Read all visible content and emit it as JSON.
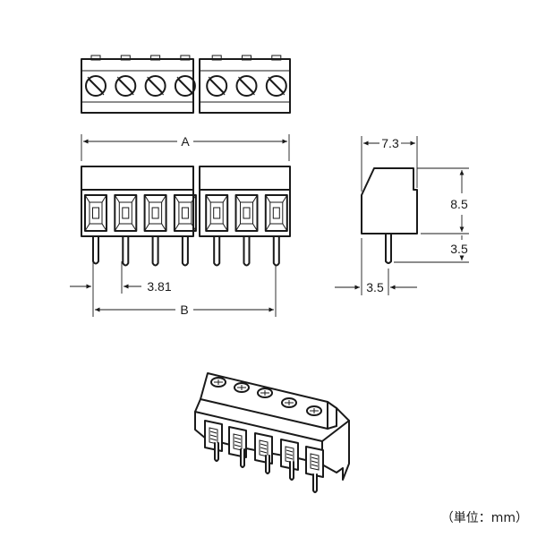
{
  "dimensions": {
    "total_length": "A",
    "pin_span": "B",
    "pitch": "3.81",
    "depth": "7.3",
    "body_height": "8.5",
    "pin_length": "3.5",
    "pin_offset": "3.5"
  },
  "unit_note": "（単位：mm）",
  "colors": {
    "line": "#1a1a1a",
    "background": "#ffffff"
  },
  "figures": {
    "top_view_screws": 7,
    "front_view_terminals": 7,
    "iso_view_positions": 5
  }
}
